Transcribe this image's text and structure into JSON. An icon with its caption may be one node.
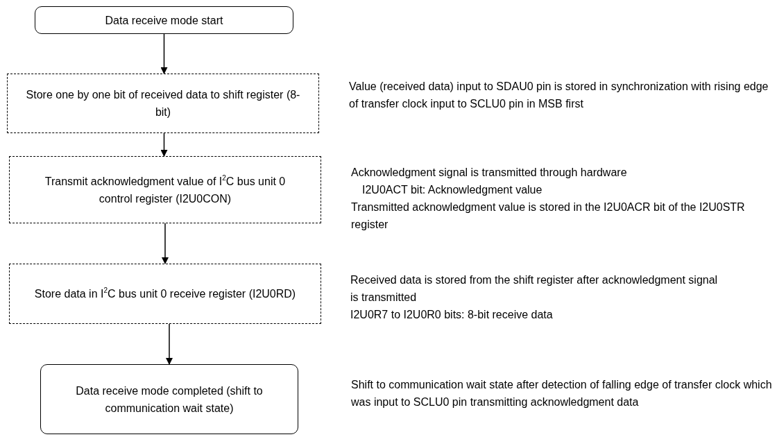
{
  "diagram": {
    "nodes": [
      {
        "text": [
          "Data receive mode start"
        ]
      },
      {
        "text": [
          "Store one by one bit of received data to shift register (8-bit)"
        ],
        "beside": [
          "Value (received data) input to SDAU0 pin is stored in synchronization with rising edge of transfer clock input to SCLU0 pin in MSB first"
        ]
      },
      {
        "text": [
          "Transmit acknowledgment value of I$^{2}$C bus unit 0 control register (I2U0CON)"
        ],
        "beside": [
          "Acknowledgment signal is transmitted through hardware",
          "I2U0ACT bit: Acknowledgment value",
          "Transmitted acknowledgment value is stored in the I2U0ACR bit of the I2U0STR register"
        ]
      },
      {
        "text": [
          "Store data in I$^{2}$C bus unit 0 receive register (I2U0RD)"
        ],
        "beside": [
          "Received data is stored from the shift register after acknowledgment signal is transmitted",
          "I2U0R7 to I2U0R0 bits: 8-bit receive data"
        ]
      },
      {
        "text": [
          "Data receive mode completed (shift to communication wait state)"
        ]
      }
    ],
    "labels": [
      "Shift to communication wait state after detection of falling edge of transfer clock which was input to SCLU0 pin transmitting acknowledgment data"
    ],
    "edges": [
      {
        "from": 0,
        "to": 1,
        "arrow": "to"
      },
      {
        "from": 1,
        "to": 2,
        "arrow": "to"
      },
      {
        "from": 2,
        "to": 3,
        "arrow": "to"
      },
      {
        "from": 3,
        "to": 4,
        "arrow": "to"
      }
    ]
  }
}
